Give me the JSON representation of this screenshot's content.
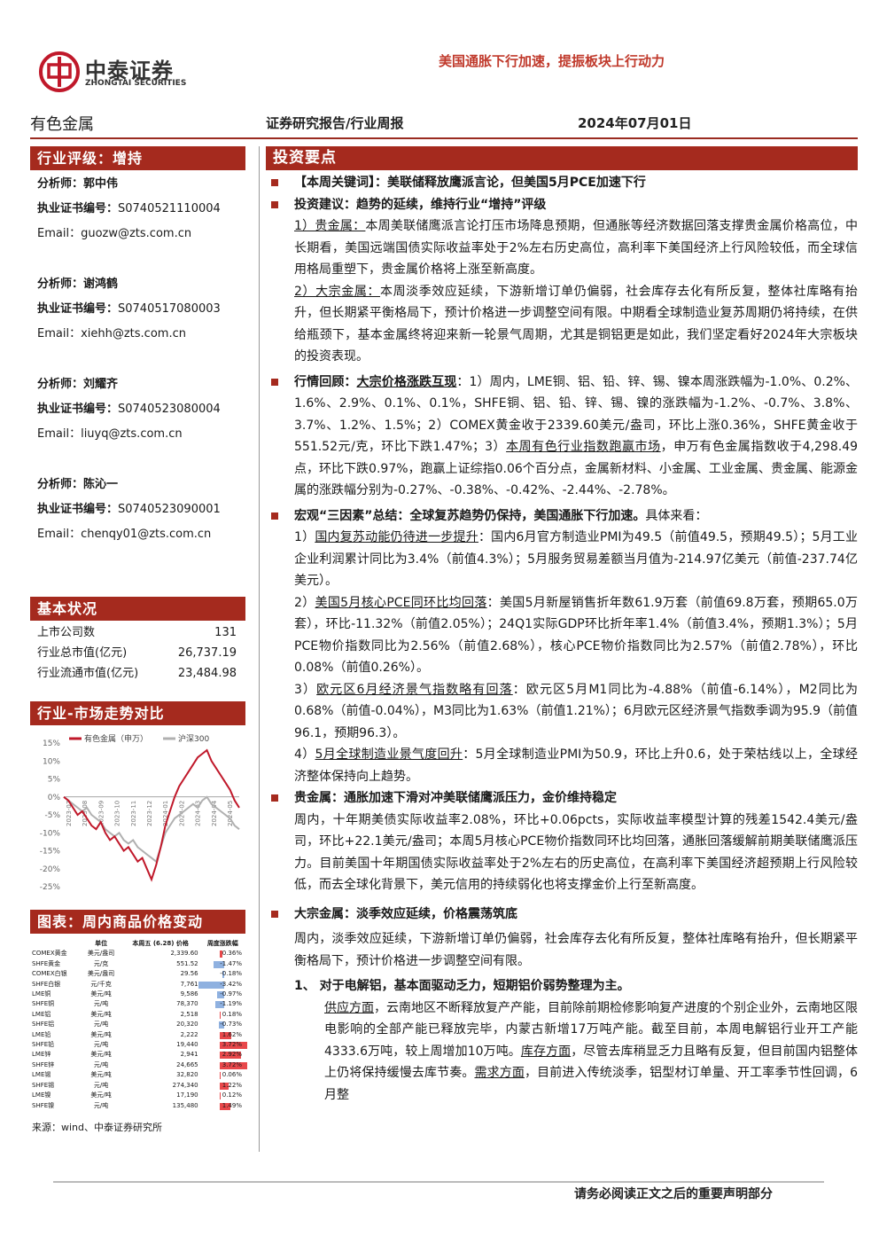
{
  "header": {
    "logo_cn": "中泰证券",
    "logo_en": "ZHONGTAI SECURITIES",
    "tagline": "美国通胀下行加速，提振板块上行动力",
    "sector": "有色金属",
    "report_type": "证券研究报告/行业周报",
    "date": "2024年07月01日"
  },
  "sidebar": {
    "rating_title": "行业评级：增持",
    "analysts": [
      {
        "name_label": "分析师：",
        "name": "郭中伟",
        "cert_label": "执业证书编号：",
        "cert": "S0740521110004",
        "email_label": "Email：",
        "email": "guozw@zts.com.cn"
      },
      {
        "name_label": "分析师：",
        "name": "谢鸿鹤",
        "cert_label": "执业证书编号：",
        "cert": "S0740517080003",
        "email_label": "Email：",
        "email": "xiehh@zts.com.cn"
      },
      {
        "name_label": "分析师：",
        "name": "刘耀齐",
        "cert_label": "执业证书编号：",
        "cert": "S0740523080004",
        "email_label": "Email：",
        "email": "liuyq@zts.com.cn"
      },
      {
        "name_label": "分析师：",
        "name": "陈沁一",
        "cert_label": "执业证书编号：",
        "cert": "S0740523090001",
        "email_label": "Email：",
        "email": "chenqy01@zts.com.cn"
      }
    ],
    "basic_title": "基本状况",
    "stats": [
      {
        "label": "上市公司数",
        "value": "131"
      },
      {
        "label": "行业总市值(亿元)",
        "value": "26,737.19"
      },
      {
        "label": "行业流通市值(亿元)",
        "value": "23,484.98"
      }
    ],
    "trend_title": "行业-市场走势对比",
    "table_title": "图表：周内商品价格变动",
    "table_headers": [
      "",
      "单位",
      "本周五 (6.28) 价格",
      "周度涨跌幅"
    ],
    "commodities": [
      {
        "name": "COMEX黄金",
        "unit": "美元/盎司",
        "price": "2,339.60",
        "change": "0.36%",
        "v": 0.36
      },
      {
        "name": "SHFE黄金",
        "unit": "元/克",
        "price": "551.52",
        "change": "-1.47%",
        "v": -1.47
      },
      {
        "name": "COMEX白银",
        "unit": "美元/盎司",
        "price": "29.56",
        "change": "-0.18%",
        "v": -0.18
      },
      {
        "name": "SHFE白银",
        "unit": "元/千克",
        "price": "7,761",
        "change": "-3.42%",
        "v": -3.42
      },
      {
        "name": "LME铜",
        "unit": "美元/吨",
        "price": "9,586",
        "change": "-0.97%",
        "v": -0.97
      },
      {
        "name": "SHFE铜",
        "unit": "元/吨",
        "price": "78,370",
        "change": "-1.19%",
        "v": -1.19
      },
      {
        "name": "LME铝",
        "unit": "美元/吨",
        "price": "2,518",
        "change": "0.18%",
        "v": 0.18
      },
      {
        "name": "SHFE铝",
        "unit": "元/吨",
        "price": "20,320",
        "change": "-0.73%",
        "v": -0.73
      },
      {
        "name": "LME铅",
        "unit": "美元/吨",
        "price": "2,222",
        "change": "1.62%",
        "v": 1.62
      },
      {
        "name": "SHFE铅",
        "unit": "元/吨",
        "price": "19,440",
        "change": "3.72%",
        "v": 3.72
      },
      {
        "name": "LME锌",
        "unit": "美元/吨",
        "price": "2,941",
        "change": "2.92%",
        "v": 2.92
      },
      {
        "name": "SHFE锌",
        "unit": "元/吨",
        "price": "24,665",
        "change": "3.72%",
        "v": 3.72
      },
      {
        "name": "LME锡",
        "unit": "美元/吨",
        "price": "32,820",
        "change": "0.06%",
        "v": 0.06
      },
      {
        "name": "SHFE锡",
        "unit": "元/吨",
        "price": "274,340",
        "change": "1.22%",
        "v": 1.22
      },
      {
        "name": "LME镍",
        "unit": "美元/吨",
        "price": "17,190",
        "change": "0.12%",
        "v": 0.12
      },
      {
        "name": "SHFE镍",
        "unit": "元/吨",
        "price": "135,480",
        "change": "1.49%",
        "v": 1.49
      }
    ],
    "source": "来源：wind、中泰证券研究所"
  },
  "chart_data": {
    "type": "line",
    "series": [
      {
        "name": "有色金属（申万）",
        "color": "#c0182a",
        "values": [
          0,
          -1,
          -3,
          -5,
          -4,
          -6,
          -8,
          -9,
          -7,
          -10,
          -12,
          -11,
          -13,
          -15,
          -14,
          -16,
          -18,
          -17,
          -20,
          -23,
          -19,
          -14,
          -8,
          -4,
          0,
          3,
          5,
          7,
          9,
          11,
          12,
          13,
          10,
          8,
          6,
          4,
          2,
          -1,
          -3
        ]
      },
      {
        "name": "沪深300",
        "color": "#b0b0b0",
        "values": [
          0,
          -1,
          -2,
          -3,
          -4,
          -3,
          -5,
          -6,
          -7,
          -9,
          -10,
          -11,
          -10,
          -12,
          -13,
          -12,
          -14,
          -15,
          -16,
          -17,
          -18,
          -14,
          -10,
          -8,
          -6,
          -5,
          -4,
          -3,
          -2,
          -3,
          -1,
          0,
          -2,
          -3,
          -4,
          -5,
          -6,
          -8,
          -9
        ]
      }
    ],
    "x_labels": [
      "2023-07",
      "2023-08",
      "2023-09",
      "2023-10",
      "2023-11",
      "2023-12",
      "2024-01",
      "2024-02",
      "2024-03",
      "2024-04",
      "2024-05"
    ],
    "y_ticks": [
      "15%",
      "10%",
      "5%",
      "0%",
      "-5%",
      "-10%",
      "-15%",
      "-20%",
      "-25%"
    ],
    "ylim": [
      -25,
      15
    ]
  },
  "main": {
    "title": "投资要点",
    "kw_label": "【本周关键词】：",
    "kw_text": "美联储释放鹰派言论，但美国5月PCE加速下行",
    "advice_label": "投资建议：",
    "advice_text": "趋势的延续，维持行业“增持”评级",
    "p1_label": "1）贵金属：",
    "p1_text": "本周美联储鹰派言论打压市场降息预期，但通胀等经济数据回落支撑贵金属价格高位，中长期看，美国远端国债实际收益率处于2%左右历史高位，高利率下美国经济上行风险较低，而全球信用格局重塑下，贵金属价格将上涨至新高度。",
    "p2_label": "2）大宗金属：",
    "p2_text": "本周淡季效应延续，下游新增订单仍偏弱，社会库存去化有所反复，整体社库略有抬升，但长期紧平衡格局下，预计价格进一步调整空间有限。中期看全球制造业复苏周期仍将持续，在供给瓶颈下，基本金属终将迎来新一轮景气周期，尤其是铜铝更是如此，我们坚定看好2024年大宗板块的投资表现。",
    "mkt_label": "行情回顾：",
    "mkt_ul": "大宗价格涨跌互现",
    "mkt_text1": "：1）周内，LME铜、铝、铅、锌、锡、镍本周涨跌幅为-1.0%、0.2%、1.6%、2.9%、0.1%、0.1%，SHFE铜、铝、铅、锌、锡、镍的涨跌幅为-1.2%、-0.7%、3.8%、3.7%、1.2%、1.5%；2）COMEX黄金收于2339.60美元/盎司，环比上涨0.36%，SHFE黄金收于551.52元/克，环比下跌1.47%；3）",
    "mkt_ul2": "本周有色行业指数跑赢市场",
    "mkt_text2": "，申万有色金属指数收于4,298.49点，环比下跌0.97%，跑赢上证综指0.06个百分点，金属新材料、小金属、工业金属、贵金属、能源金属的涨跌幅分别为-0.27%、-0.38%、-0.42%、-2.44%、-2.78%。",
    "macro_label": "宏观“三因素”总结：全球复苏趋势仍保持，美国通胀下行加速。",
    "macro_tail": "具体来看：",
    "m1_pre": "1）",
    "m1_ul": "国内复苏动能仍待进一步提升",
    "m1_text": "：国内6月官方制造业PMI为49.5（前值49.5，预期49.5）；5月工业企业利润累计同比为3.4%（前值4.3%）；5月服务贸易差额当月值为-214.97亿美元（前值-237.74亿美元）。",
    "m2_pre": "2）",
    "m2_ul": "美国5月核心PCE同环比均回落",
    "m2_text": "：美国5月新屋销售折年数61.9万套（前值69.8万套，预期65.0万套），环比-11.32%（前值2.05%）；24Q1实际GDP环比折年率1.4%（前值3.4%，预期1.3%）；5月PCE物价指数同比为2.56%（前值2.68%），核心PCE物价指数同比为2.57%（前值2.78%），环比0.08%（前值0.26%）。",
    "m3_pre": "3）",
    "m3_ul": "欧元区6月经济景气指数略有回落",
    "m3_text": "：欧元区5月M1同比为-4.88%（前值-6.14%），M2同比为0.68%（前值-0.04%），M3同比为1.63%（前值1.21%）；6月欧元区经济景气指数季调为95.9（前值96.1，预期96.3）。",
    "m4_pre": "4）",
    "m4_ul": "5月全球制造业景气度回升",
    "m4_text": "：5月全球制造业PMI为50.9，环比上升0.6，处于荣枯线以上，全球经济整体保持向上趋势。",
    "pm_label": "贵金属：通胀加速下滑对冲美联储鹰派压力，金价维持稳定",
    "pm_text": "周内，十年期美债实际收益率2.08%，环比+0.06pcts，实际收益率模型计算的残差1542.4美元/盎司，环比+22.1美元/盎司；本周5月核心PCE物价指数同环比均回落，通胀回落缓解前期美联储鹰派压力。目前美国十年期国债实际收益率处于2%左右的历史高位，在高利率下美国经济超预期上行风险较低，而去全球化背景下，美元信用的持续弱化也将支撑金价上行至新高度。",
    "bm_label": "大宗金属：淡季效应延续，价格震荡筑底",
    "bm_text": "周内，淡季效应延续，下游新增订单仍偏弱，社会库存去化有所反复，整体社库略有抬升，但长期紧平衡格局下，预计价格进一步调整空间有限。",
    "al_head": "1、 对于电解铝，基本面驱动乏力，短期铝价弱势整理为主。",
    "al_ul1": "供应方面",
    "al_t1": "，云南地区不断释放复产产能，目前除前期检修影响复产进度的个别企业外，云南地区限电影响的全部产能已释放完毕，内蒙古新增17万吨产能。截至目前，本周电解铝行业开工产能4333.6万吨，较上周增加10万吨。",
    "al_ul2": "库存方面",
    "al_t2": "，尽管去库稍显乏力且略有反复，但目前国内铝整体上仍将保持缓慢去库节奏。",
    "al_ul3": "需求方面",
    "al_t3": "，目前进入传统淡季，铝型材订单量、开工率季节性回调，6月整"
  },
  "footer": {
    "disclaimer": "请务必阅读正文之后的重要声明部分"
  }
}
